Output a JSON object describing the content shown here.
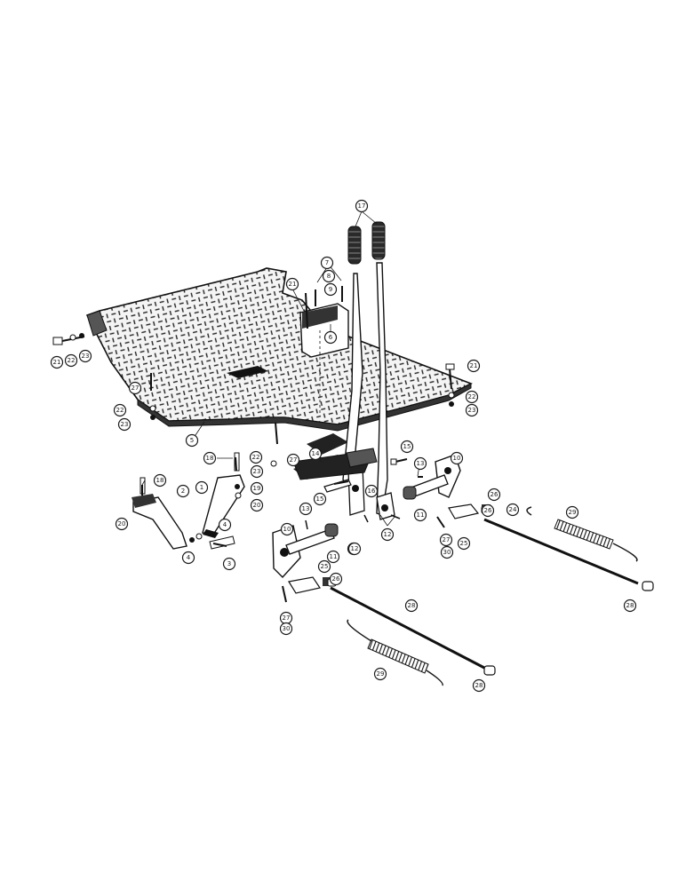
{
  "figure": {
    "style": "exploded-parts-view",
    "ink_color": "#1a1a1a",
    "background": "#ffffff"
  },
  "callouts": [
    {
      "id": "c1",
      "label": "17",
      "part": "lever-grips"
    },
    {
      "id": "c2",
      "label": "7",
      "part": "bolt"
    },
    {
      "id": "c3",
      "label": "8",
      "part": "lock-washer"
    },
    {
      "id": "c4",
      "label": "9",
      "part": "nut"
    },
    {
      "id": "c5",
      "label": "21",
      "part": "bolt"
    },
    {
      "id": "c6",
      "label": "6",
      "part": "lever-bracket"
    },
    {
      "id": "c7",
      "label": "21",
      "part": "bolt"
    },
    {
      "id": "c8",
      "label": "22",
      "part": "lock-washer"
    },
    {
      "id": "c9",
      "label": "23",
      "part": "nut"
    },
    {
      "id": "c10",
      "label": "27",
      "part": "bolt"
    },
    {
      "id": "c11",
      "label": "22",
      "part": "lock-washer"
    },
    {
      "id": "c12",
      "label": "23",
      "part": "nut"
    },
    {
      "id": "c13",
      "label": "5",
      "part": "floor-plate"
    },
    {
      "id": "c14",
      "label": "21",
      "part": "bolt"
    },
    {
      "id": "c15",
      "label": "22",
      "part": "lock-washer"
    },
    {
      "id": "c16",
      "label": "23",
      "part": "nut"
    },
    {
      "id": "c17",
      "label": "27",
      "part": "bolt"
    },
    {
      "id": "c18",
      "label": "18",
      "part": "bolt"
    },
    {
      "id": "c19",
      "label": "22",
      "part": "lock-washer"
    },
    {
      "id": "c20",
      "label": "23",
      "part": "nut"
    },
    {
      "id": "c21",
      "label": "19",
      "part": "spacer"
    },
    {
      "id": "c22",
      "label": "20",
      "part": "nut"
    },
    {
      "id": "c23",
      "label": "1",
      "part": "support"
    },
    {
      "id": "c24",
      "label": "4",
      "part": "washer"
    },
    {
      "id": "c25",
      "label": "3",
      "part": "bolt"
    },
    {
      "id": "c26",
      "label": "4",
      "part": "washer"
    },
    {
      "id": "c27",
      "label": "2",
      "part": "support"
    },
    {
      "id": "c28",
      "label": "18",
      "part": "bolt"
    },
    {
      "id": "c29",
      "label": "20",
      "part": "nut"
    },
    {
      "id": "c30",
      "label": "14",
      "part": "plate"
    },
    {
      "id": "c31",
      "label": "15",
      "part": "pin"
    },
    {
      "id": "c32",
      "label": "16",
      "part": "bushing"
    },
    {
      "id": "c33",
      "label": "12",
      "part": "lever"
    },
    {
      "id": "c34",
      "label": "15",
      "part": "bolt"
    },
    {
      "id": "c35",
      "label": "13",
      "part": "key"
    },
    {
      "id": "c36",
      "label": "11",
      "part": "shaft"
    },
    {
      "id": "c37",
      "label": "10",
      "part": "bracket"
    },
    {
      "id": "c38",
      "label": "12",
      "part": "lever"
    },
    {
      "id": "c39",
      "label": "13",
      "part": "key"
    },
    {
      "id": "c40",
      "label": "10",
      "part": "bracket"
    },
    {
      "id": "c41",
      "label": "11",
      "part": "shaft"
    },
    {
      "id": "c42",
      "label": "12",
      "part": "lever"
    },
    {
      "id": "c43",
      "label": "26",
      "part": "clevis-pin"
    },
    {
      "id": "c44",
      "label": "24",
      "part": "rod"
    },
    {
      "id": "c45",
      "label": "29",
      "part": "spring"
    },
    {
      "id": "c46",
      "label": "27",
      "part": "bolt"
    },
    {
      "id": "c47",
      "label": "30",
      "part": "nut"
    },
    {
      "id": "c48",
      "label": "25",
      "part": "clevis"
    },
    {
      "id": "c49",
      "label": "26",
      "part": "clevis-pin"
    },
    {
      "id": "c50",
      "label": "28",
      "part": "rod-end"
    },
    {
      "id": "c51",
      "label": "25",
      "part": "clevis"
    },
    {
      "id": "c52",
      "label": "26",
      "part": "clevis-pin"
    },
    {
      "id": "c53",
      "label": "27",
      "part": "bolt"
    },
    {
      "id": "c54",
      "label": "30",
      "part": "nut"
    },
    {
      "id": "c55",
      "label": "28",
      "part": "rod"
    },
    {
      "id": "c56",
      "label": "29",
      "part": "spring"
    },
    {
      "id": "c57",
      "label": "28",
      "part": "rod-end"
    }
  ]
}
